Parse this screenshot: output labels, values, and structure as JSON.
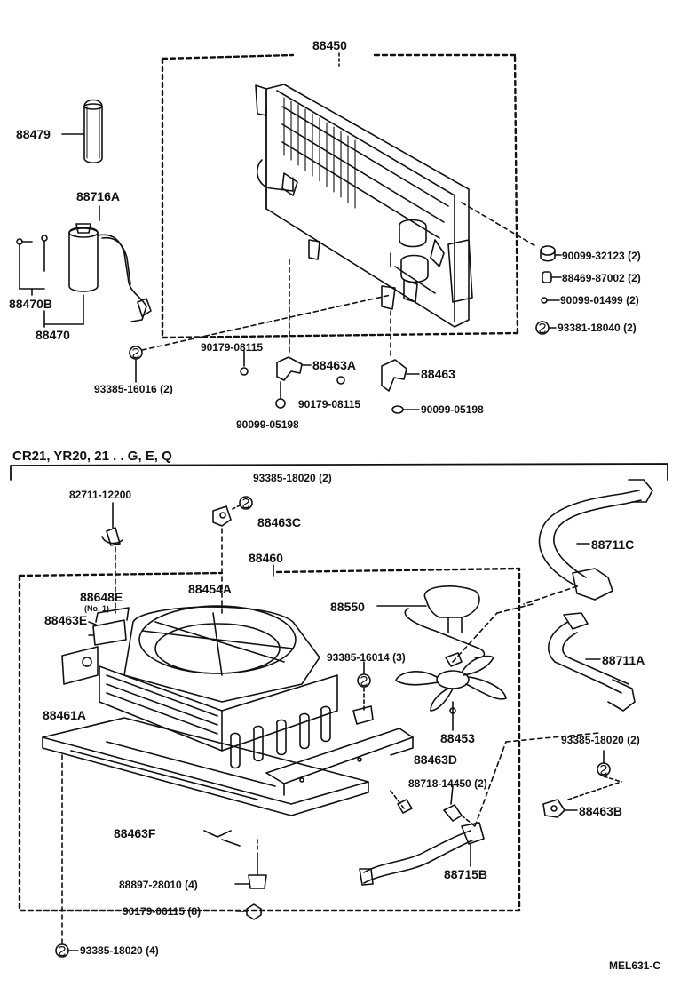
{
  "colors": {
    "ink": "#111111",
    "paper": "#ffffff"
  },
  "labels": {
    "p88450": "88450",
    "p88479": "88479",
    "p88716A": "88716A",
    "p88470B": "88470B",
    "p88470": "88470",
    "p90099_32123": "90099-32123 (2)",
    "p88469_87002": "88469-87002 (2)",
    "p90099_01499": "90099-01499 (2)",
    "p93381_18040": "93381-18040 (2)",
    "p90179_08115_a": "90179-08115",
    "p88463A": "88463A",
    "p88463": "88463",
    "p93385_16016": "93385-16016 (2)",
    "p90179_08115_b": "90179-08115",
    "p90099_05198_a": "90099-05198",
    "p90099_05198_b": "90099-05198",
    "model_line": "CR21, YR20, 21 . . G, E, Q",
    "p82711_12200": "82711-12200",
    "p93385_18020_top": "93385-18020 (2)",
    "p88463C": "88463C",
    "p88460": "88460",
    "p88648E": "88648E",
    "no1": "(No. 1)",
    "p88454A": "88454A",
    "p88463E": "88463E",
    "p88550": "88550",
    "p88711C": "88711C",
    "p93385_16014": "93385-16014 (3)",
    "p88711A": "88711A",
    "p88461A": "88461A",
    "p88453": "88453",
    "p93385_18020_right": "93385-18020 (2)",
    "p88463D": "88463D",
    "p88718_14450": "88718-14450 (2)",
    "p88463F": "88463F",
    "p88463B": "88463B",
    "p88715B": "88715B",
    "p88897_28010": "88897-28010 (4)",
    "p90179_06115": "90179-06115 (8)",
    "p93385_18020_bottom": "93385-18020 (4)",
    "code": "MEL631-C"
  }
}
